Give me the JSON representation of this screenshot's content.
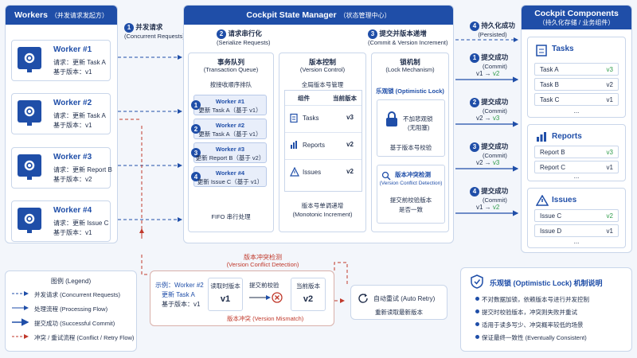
{
  "workers": {
    "title": "Workers",
    "subtitle": "（并发请求发起方）",
    "items": [
      {
        "name": "Worker #1",
        "request": "请求：更新 Task A",
        "base": "基于版本：v1"
      },
      {
        "name": "Worker #2",
        "request": "请求：更新 Task A",
        "base": "基于版本：v1"
      },
      {
        "name": "Worker #3",
        "request": "请求：更新 Report B",
        "base": "基于版本：v2"
      },
      {
        "name": "Worker #4",
        "request": "请求：更新 Issue C",
        "base": "基于版本：v1"
      }
    ]
  },
  "steps": {
    "s1": {
      "num": "1",
      "label": "并发请求",
      "sub": "(Concurrent Requests)"
    },
    "s2": {
      "num": "2",
      "label": "请求串行化",
      "sub": "(Serialize Requests)"
    },
    "s3": {
      "num": "3",
      "label": "提交并版本递增",
      "sub": "(Commit & Version Increment)"
    },
    "s4": {
      "num": "4",
      "label": "持久化成功",
      "sub": "(Persisted)"
    }
  },
  "manager": {
    "title": "Cockpit State Manager",
    "subtitle": "（状态管理中心）",
    "queue": {
      "title": "事务队列",
      "sub": "(Transaction Queue)",
      "order": "按接收顺序排队",
      "items": [
        {
          "num": "1",
          "worker": "Worker #1",
          "text": "更新 Task A（基于 v1）"
        },
        {
          "num": "2",
          "worker": "Worker #2",
          "text": "更新 Task A（基于 v1）"
        },
        {
          "num": "3",
          "worker": "Worker #3",
          "text": "更新 Report B（基于 v2）"
        },
        {
          "num": "4",
          "worker": "Worker #4",
          "text": "更新 Issue C（基于 v1）"
        }
      ],
      "fifo": "FIFO 串行处理"
    },
    "version": {
      "title": "版本控制",
      "sub": "(Version Control)",
      "global": "全局版本号管理",
      "col_component": "组件",
      "col_version": "当前版本",
      "rows": [
        {
          "name": "Tasks",
          "version": "v3",
          "icon": "clipboard-icon"
        },
        {
          "name": "Reports",
          "version": "v2",
          "icon": "bar-chart-icon"
        },
        {
          "name": "Issues",
          "version": "v2",
          "icon": "warning-icon"
        }
      ],
      "footer": "版本号单调递增",
      "footer_sub": "(Monotonic Increment)"
    },
    "lock": {
      "title": "锁机制",
      "sub": "(Lock Mechanism)",
      "optimistic": "乐观锁 (Optimistic Lock)",
      "nolock": "不加悲观锁",
      "nolock2": "(无阻塞)",
      "basecheck": "基于版本号校验",
      "conflict_title": "版本冲突检测",
      "conflict_sub": "(Version Conflict Detection)",
      "conflict_text": "提交前校验版本",
      "conflict_text2": "是否一致"
    }
  },
  "commits": [
    {
      "num": "1",
      "label": "提交成功",
      "sub": "(Commit)",
      "from": "v1",
      "to": "v2"
    },
    {
      "num": "2",
      "label": "提交成功",
      "sub": "(Commit)",
      "from": "v2",
      "to": "v3"
    },
    {
      "num": "3",
      "label": "提交成功",
      "sub": "(Commit)",
      "from": "v2",
      "to": "v3"
    },
    {
      "num": "4",
      "label": "提交成功",
      "sub": "(Commit)",
      "from": "v1",
      "to": "v2"
    }
  ],
  "components": {
    "title": "Cockpit Components",
    "subtitle": "（持久化存储 / 业务组件）",
    "tasks": {
      "title": "Tasks",
      "rows": [
        {
          "name": "Task A",
          "ver": "v3"
        },
        {
          "name": "Task B",
          "ver": "v2"
        },
        {
          "name": "Task C",
          "ver": "v1"
        }
      ],
      "more": "..."
    },
    "reports": {
      "title": "Reports",
      "rows": [
        {
          "name": "Report B",
          "ver": "v3"
        },
        {
          "name": "Report C",
          "ver": "v1"
        }
      ],
      "more": "..."
    },
    "issues": {
      "title": "Issues",
      "rows": [
        {
          "name": "Issue C",
          "ver": "v2"
        },
        {
          "name": "Issue D",
          "ver": "v1"
        }
      ],
      "more": "..."
    }
  },
  "legend": {
    "title": "图例 (Legend)",
    "items": [
      "并发请求 (Concurrent Requests)",
      "处理流程 (Processing Flow)",
      "提交成功 (Successful Commit)",
      "冲突 / 重试流程 (Conflict / Retry Flow)"
    ]
  },
  "conflict": {
    "title": "版本冲突检测",
    "sub": "(Version Conflict Detection)",
    "example": "示例：Worker #2",
    "example2": "更新 Task A",
    "example3": "基于版本：v1",
    "read_label": "读取时版本",
    "read_val": "v1",
    "check_label": "提交前校验",
    "current_label": "当前版本",
    "current_val": "v2",
    "mismatch": "版本冲突 (Version Mismatch)"
  },
  "retry": {
    "title": "自动重试 (Auto Retry)",
    "sub": "重新读取最新版本"
  },
  "explain": {
    "title": "乐观锁 (Optimistic Lock) 机制说明",
    "items": [
      "不对数据加锁，依赖版本号进行并发控制",
      "提交时校验版本，冲突则失败并重试",
      "适用于读多写少、冲突概率较低的场景",
      "保证最终一致性 (Eventually Consistent)"
    ]
  },
  "colors": {
    "brand": "#1f4ea8",
    "success": "#2e9b4a",
    "conflict": "#c0392b"
  }
}
